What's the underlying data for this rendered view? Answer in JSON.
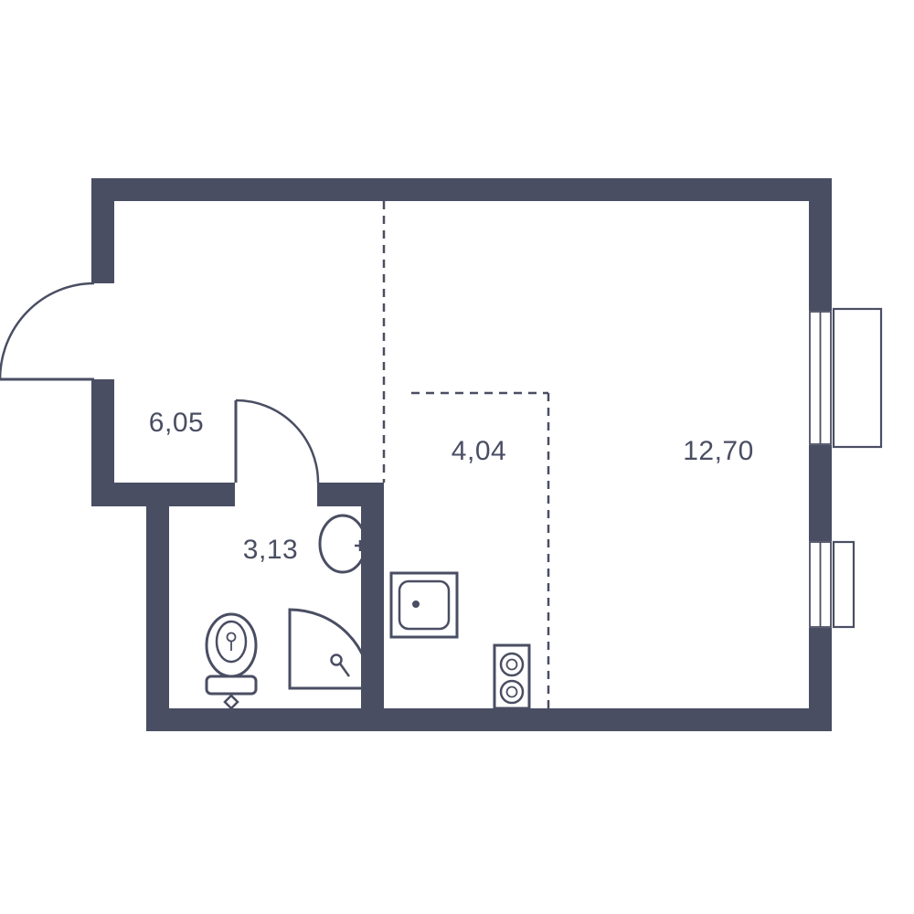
{
  "floorplan": {
    "type": "studio-apartment-plan",
    "colors": {
      "wall": "#4a4e63",
      "background": "#ffffff"
    },
    "rooms": {
      "hallway": {
        "name": "hallway",
        "area": "6,05"
      },
      "bathroom": {
        "name": "bathroom",
        "area": "3,13"
      },
      "kitchen": {
        "name": "kitchen-zone",
        "area": "4,04"
      },
      "living": {
        "name": "living-room",
        "area": "12,70"
      }
    },
    "fixtures": [
      "entrance-door",
      "bathroom-door",
      "toilet",
      "washbasin",
      "corner-shower",
      "kitchen-sink",
      "stove",
      "window-living",
      "window-kitchen"
    ]
  }
}
